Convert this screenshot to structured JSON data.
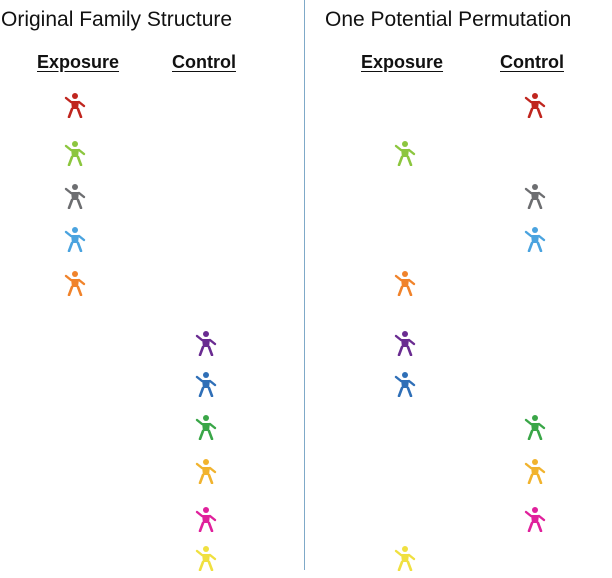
{
  "left_panel": {
    "title": "Original Family Structure",
    "exposure_label": "Exposure",
    "control_label": "Control"
  },
  "right_panel": {
    "title": "One Potential Permutation",
    "exposure_label": "Exposure",
    "control_label": "Control"
  },
  "figures": [
    {
      "name": "juggler-figure-icon",
      "color": "#c0261f",
      "original": "Exposure",
      "permutation": "Control"
    },
    {
      "name": "balloon-child-figure-icon",
      "color": "#8cc63f",
      "original": "Exposure",
      "permutation": "Exposure"
    },
    {
      "name": "dancer-figure-icon",
      "color": "#6d6e71",
      "original": "Exposure",
      "permutation": "Control"
    },
    {
      "name": "superhero-figure-icon",
      "color": "#4aa3df",
      "original": "Exposure",
      "permutation": "Control"
    },
    {
      "name": "standing-person-figure-icon",
      "color": "#f0832b",
      "original": "Exposure",
      "permutation": "Exposure"
    },
    {
      "name": "ribbon-gymnast-figure-icon",
      "color": "#6a2c91",
      "original": "Control",
      "permutation": "Exposure"
    },
    {
      "name": "hurdler-figure-icon",
      "color": "#2f6fb7",
      "original": "Control",
      "permutation": "Exposure"
    },
    {
      "name": "runner-figure-icon",
      "color": "#3aa648",
      "original": "Control",
      "permutation": "Control"
    },
    {
      "name": "skater-figure-icon",
      "color": "#f1b32e",
      "original": "Control",
      "permutation": "Control"
    },
    {
      "name": "sprinter-start-figure-icon",
      "color": "#e0219c",
      "original": "Control",
      "permutation": "Control"
    },
    {
      "name": "jump-rope-figure-icon",
      "color": "#f0e040",
      "original": "Control",
      "permutation": "Exposure"
    }
  ]
}
